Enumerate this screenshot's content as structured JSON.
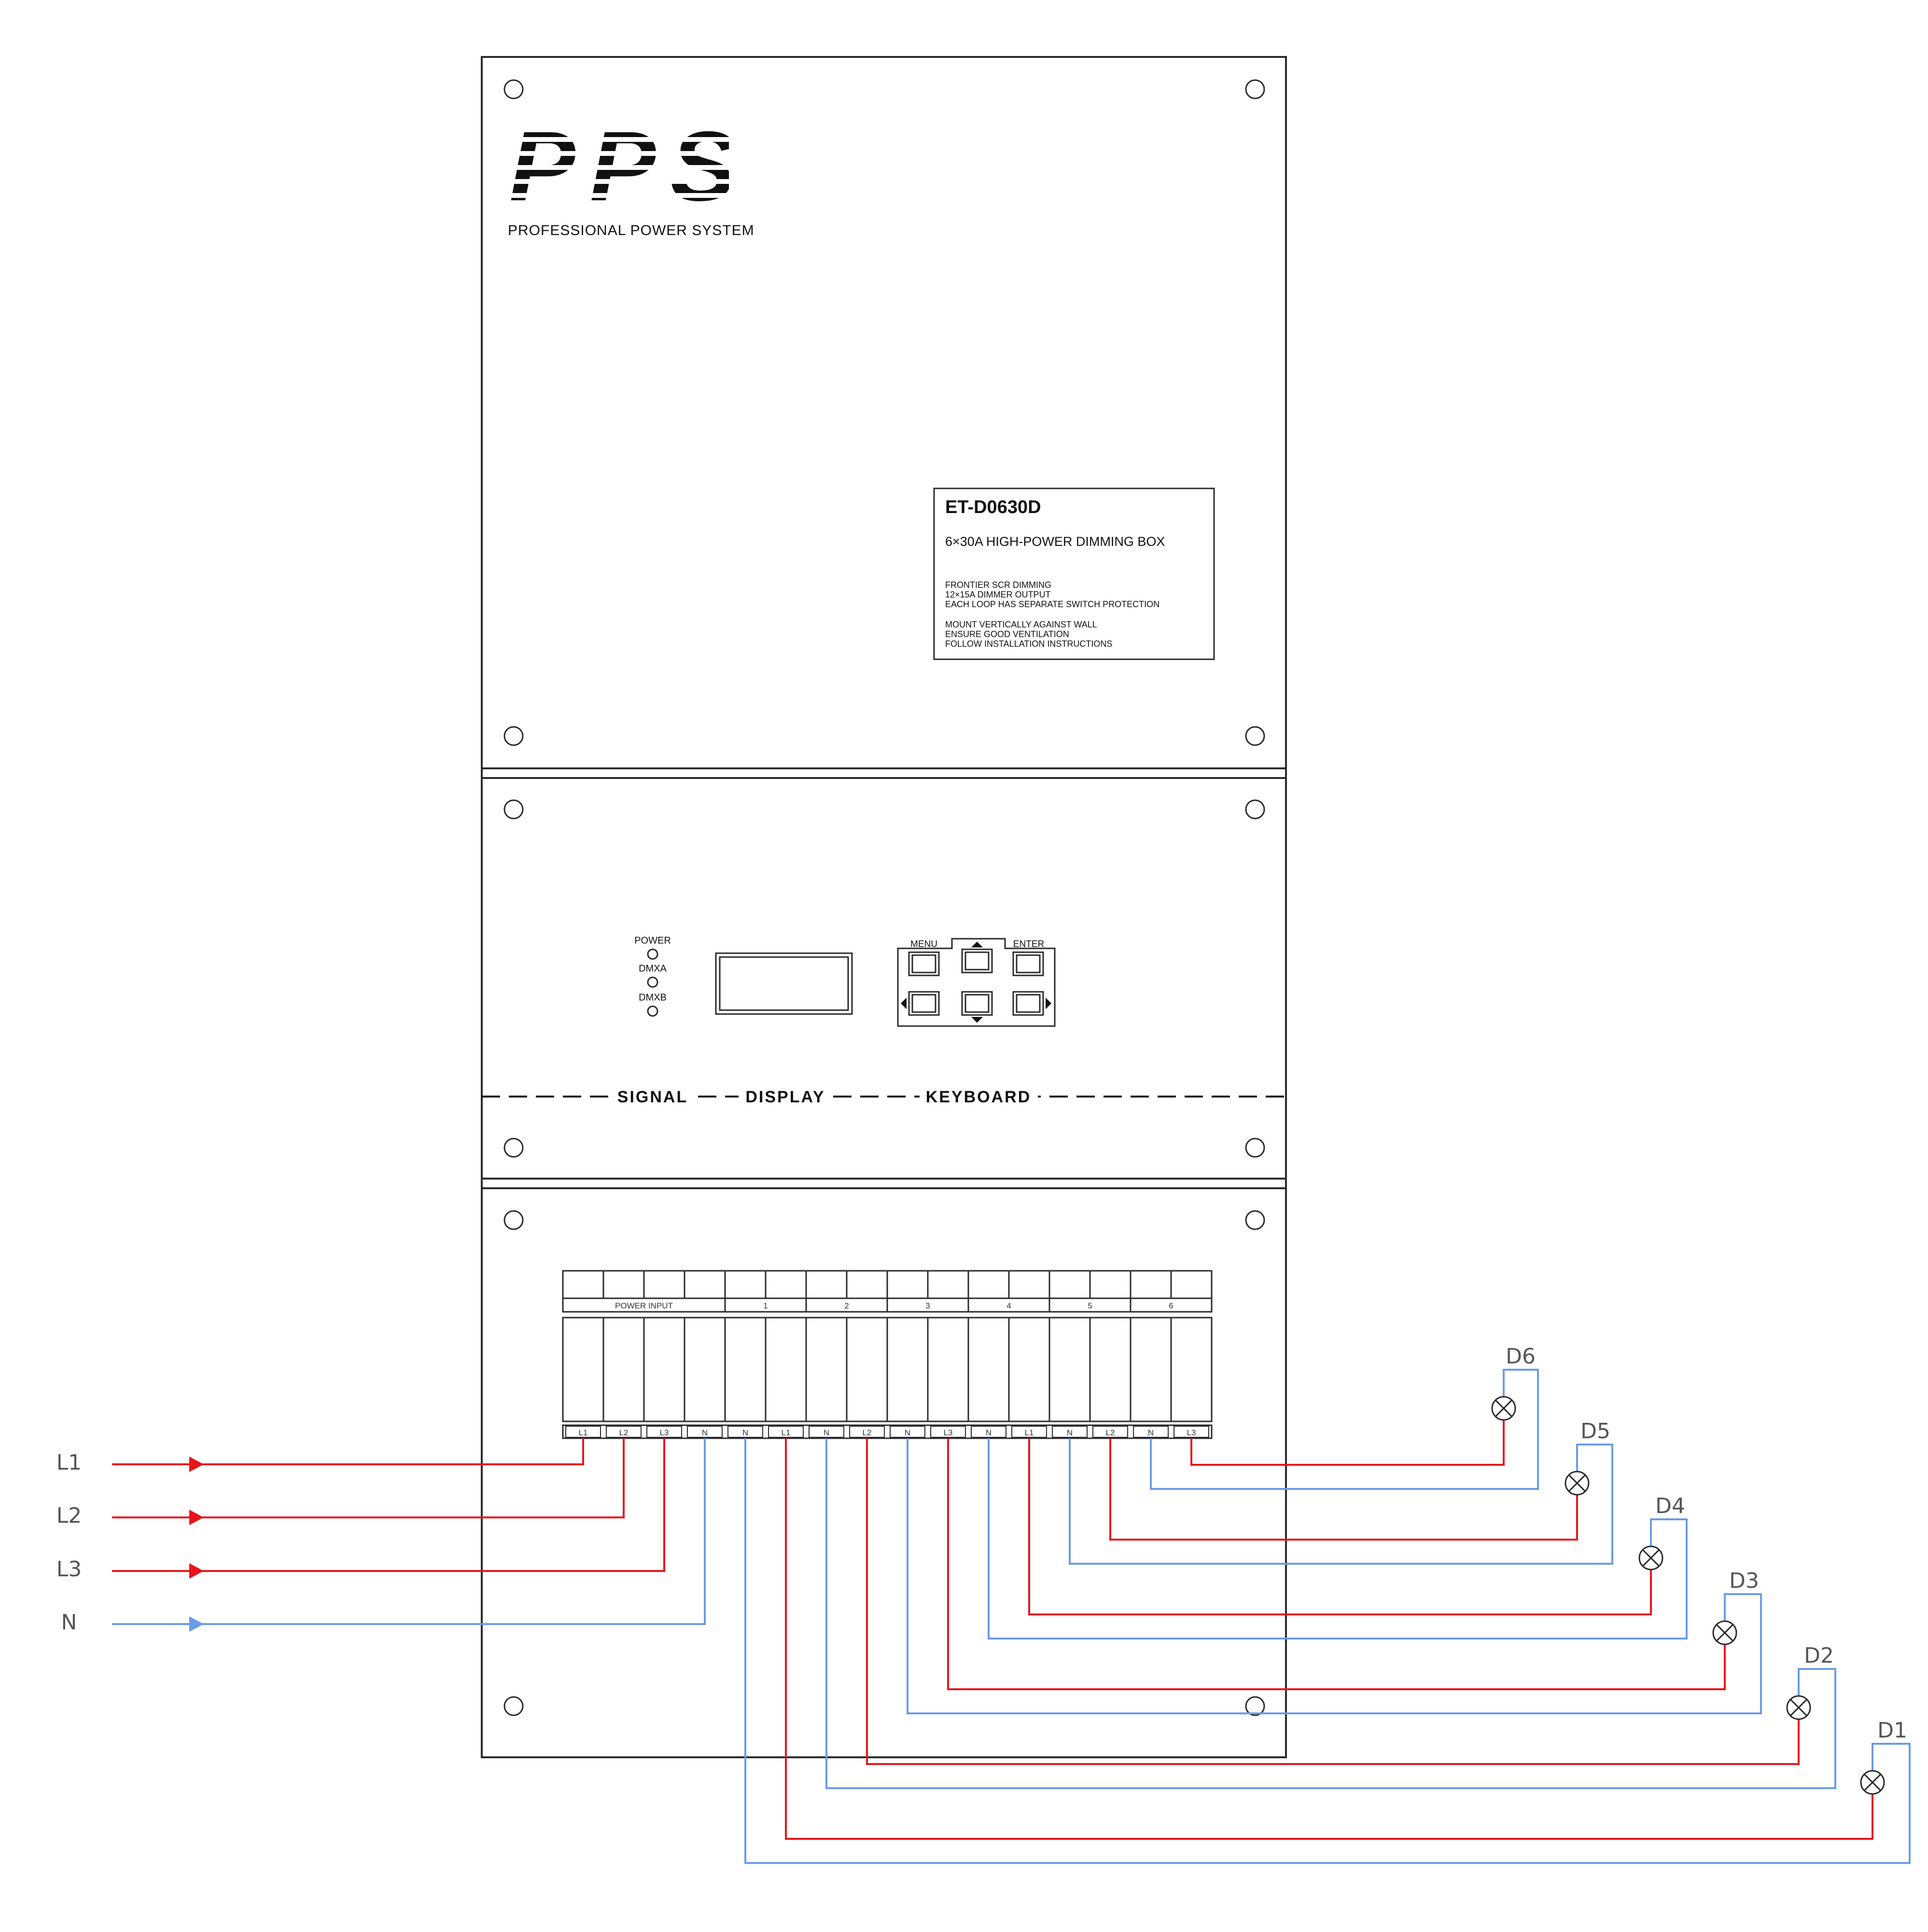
{
  "brand": {
    "logo": "PPS",
    "tagline": "PROFESSIONAL POWER SYSTEM"
  },
  "product_label": {
    "model": "ET-D0630D",
    "subtitle": "6×30A HIGH-POWER DIMMING BOX",
    "features": [
      "FRONTIER SCR DIMMING",
      "12×15A DIMMER OUTPUT",
      "EACH LOOP HAS SEPARATE SWITCH PROTECTION"
    ],
    "instructions": [
      "MOUNT VERTICALLY AGAINST WALL",
      "ENSURE GOOD VENTILATION",
      "FOLLOW INSTALLATION INSTRUCTIONS"
    ]
  },
  "control_panel": {
    "indicators": [
      "POWER",
      "DMXA",
      "DMXB"
    ],
    "keys": {
      "menu": "MENU",
      "enter": "ENTER"
    },
    "section_labels": {
      "signal": "SIGNAL",
      "display": "DISPLAY",
      "keyboard": "KEYBOARD"
    }
  },
  "breaker_panel": {
    "group_labels": [
      "POWER INPUT",
      "1",
      "2",
      "3",
      "4",
      "5",
      "6"
    ],
    "terminals": [
      "L1",
      "L2",
      "L3",
      "N",
      "N",
      "L1",
      "N",
      "L2",
      "N",
      "L3",
      "N",
      "L1",
      "N",
      "L2",
      "N",
      "L3"
    ]
  },
  "inputs": [
    "L1",
    "L2",
    "L3",
    "N"
  ],
  "loads": [
    "D6",
    "D5",
    "D4",
    "D3",
    "D2",
    "D1"
  ],
  "colors": {
    "line": "#e8141b",
    "neutral": "#6b9be8",
    "outline": "#2b2b2b",
    "text": "#111111",
    "label_text": "#555555"
  }
}
